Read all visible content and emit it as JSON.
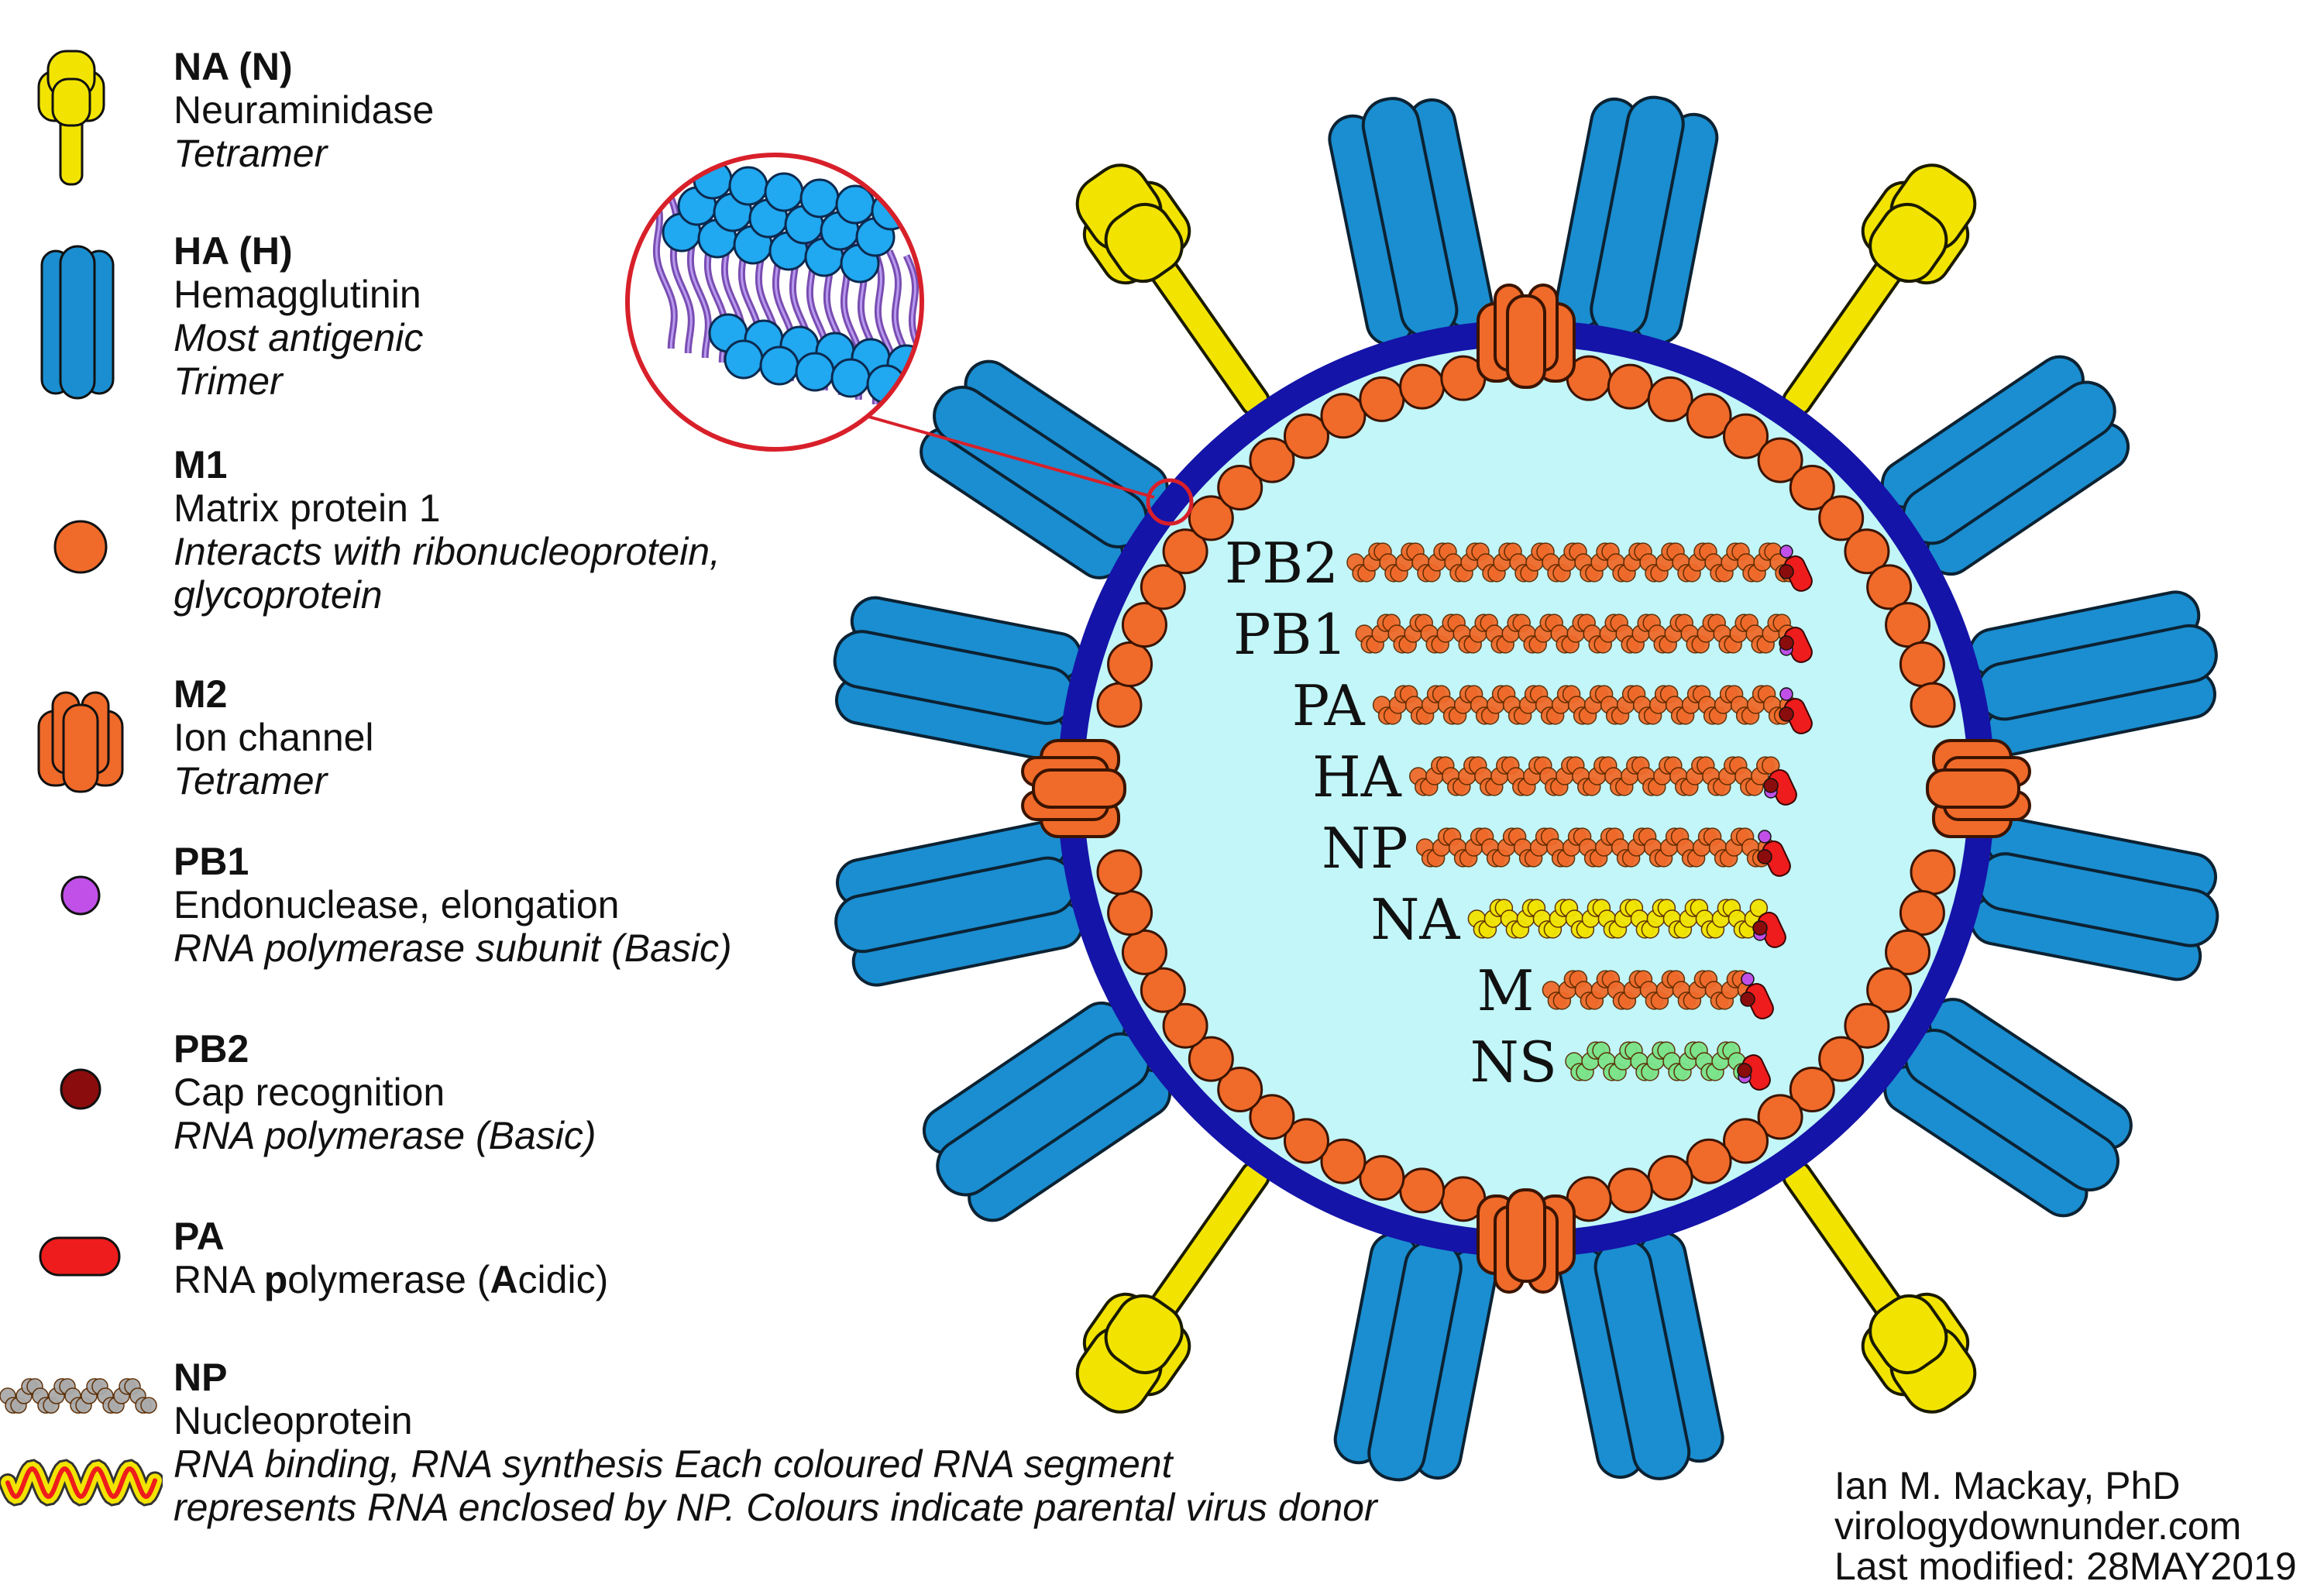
{
  "legend": {
    "na": {
      "title": "NA (N)",
      "lines": [
        "Neuraminidase"
      ],
      "italic_lines": [
        "Tetramer"
      ],
      "icon": "neuraminidase-icon",
      "color": "#f2e400"
    },
    "ha": {
      "title": "HA (H)",
      "lines": [
        "Hemagglutinin"
      ],
      "italic_lines": [
        "Most antigenic",
        "Trimer"
      ],
      "icon": "hemagglutinin-icon",
      "color": "#1a8ed0"
    },
    "m1": {
      "title": "M1",
      "lines": [
        "Matrix protein 1"
      ],
      "italic_lines": [
        "Interacts with ribonucleoprotein,",
        "glycoprotein"
      ],
      "icon": "matrix-protein-icon",
      "color": "#f06a2a"
    },
    "m2": {
      "title": "M2",
      "lines": [
        "Ion channel"
      ],
      "italic_lines": [
        "Tetramer"
      ],
      "icon": "ion-channel-icon",
      "color": "#f06a2a"
    },
    "pb1": {
      "title": "PB1",
      "lines": [
        "Endonuclease, elongation"
      ],
      "italic_lines": [
        "RNA polymerase subunit (Basic)"
      ],
      "icon": "pb1-dot-icon",
      "color": "#c050e8"
    },
    "pb2": {
      "title": "PB2",
      "lines": [
        "Cap recognition"
      ],
      "italic_lines": [
        "RNA polymerase (Basic)"
      ],
      "icon": "pb2-dot-icon",
      "color": "#8b0c0c"
    },
    "pa": {
      "title": "PA",
      "line_pre": "RNA ",
      "line_b1": "p",
      "line_mid": "olymerase (",
      "line_b2": "A",
      "line_post": "cidic)",
      "icon": "pa-capsule-icon",
      "color": "#ee1c1c"
    },
    "np": {
      "title": "NP",
      "lines": [
        "Nucleoprotein"
      ],
      "italic_lines": [
        "RNA binding, RNA synthesis Each coloured RNA segment",
        "represents RNA enclosed by NP. Colours indicate parental virus donor"
      ],
      "icon": "nucleoprotein-coil-icon",
      "color": "#aaaaaa"
    }
  },
  "segments": [
    {
      "label": "PB2",
      "color": "#f06a2a",
      "length": 1.0
    },
    {
      "label": "PB1",
      "color": "#f06a2a",
      "length": 0.98
    },
    {
      "label": "PA",
      "color": "#f06a2a",
      "length": 0.94
    },
    {
      "label": "HA",
      "color": "#f06a2a",
      "length": 0.82
    },
    {
      "label": "NP",
      "color": "#f06a2a",
      "length": 0.79
    },
    {
      "label": "NA",
      "color": "#f2e400",
      "length": 0.66
    },
    {
      "label": "M",
      "color": "#f06a2a",
      "length": 0.46
    },
    {
      "label": "NS",
      "color": "#7ce48a",
      "length": 0.4
    }
  ],
  "colors": {
    "envelope": "#1414a8",
    "interior": "#c2f6f8",
    "ha": "#1a8ed0",
    "na": "#f2e400",
    "m1": "#f06a2a",
    "m2": "#f06a2a",
    "inset_ring": "#d8202a",
    "lipid_head": "#20a8f0",
    "lipid_tail": "#6a3aa8"
  },
  "credit": {
    "author": "Ian M. Mackay, PhD",
    "site": "virologydownunder.com",
    "modified": "Last modified: 28MAY2019"
  }
}
